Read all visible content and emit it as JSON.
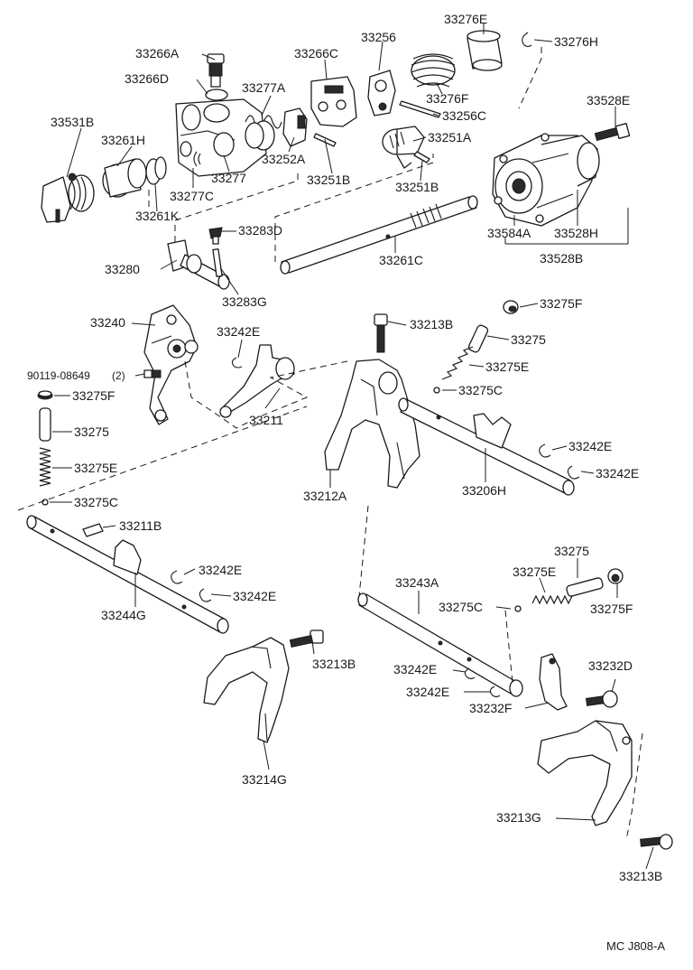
{
  "diagram": {
    "parts": {
      "p33276E": "33276E",
      "p33276H": "33276H",
      "p33256": "33256",
      "p33266A": "33266A",
      "p33266C": "33266C",
      "p33266D": "33266D",
      "p33277A": "33277A",
      "p33276F": "33276F",
      "p33256C": "33256C",
      "p33528E": "33528E",
      "p33531B": "33531B",
      "p33261H": "33261H",
      "p33251A": "33251A",
      "p33252A": "33252A",
      "p33277": "33277",
      "p33251B_a": "33251B",
      "p33277C": "33277C",
      "p33251B_b": "33251B",
      "p33261K": "33261K",
      "p33584A": "33584A",
      "p33528H": "33528H",
      "p33283D": "33283D",
      "p33528B": "33528B",
      "p33280": "33280",
      "p33261C": "33261C",
      "p33283G": "33283G",
      "p33275F_a": "33275F",
      "p33240": "33240",
      "p33213B_a": "33213B",
      "p33242E_a": "33242E",
      "p33275_a": "33275",
      "p90119": "90119-08649",
      "p90119_qty": "(2)",
      "p33275E_a": "33275E",
      "p33275F_b": "33275F",
      "p33275C_a": "33275C",
      "p33211": "33211",
      "p33275_b": "33275",
      "p33242E_b": "33242E",
      "p33242E_c": "33242E",
      "p33275E_b": "33275E",
      "p33206H": "33206H",
      "p33212A": "33212A",
      "p33275C_b": "33275C",
      "p33211B": "33211B",
      "p33275_c": "33275",
      "p33242E_d": "33242E",
      "p33275E_c": "33275E",
      "p33242E_e": "33242E",
      "p33243A": "33243A",
      "p33244G": "33244G",
      "p33275C_c": "33275C",
      "p33275F_c": "33275F",
      "p33213B_b": "33213B",
      "p33232D": "33232D",
      "p33242E_f": "33242E",
      "p33242E_g": "33242E",
      "p33232F": "33232F",
      "p33214G": "33214G",
      "p33213G": "33213G",
      "p33213B_c": "33213B"
    },
    "footer_code": "MC  J808-A"
  }
}
